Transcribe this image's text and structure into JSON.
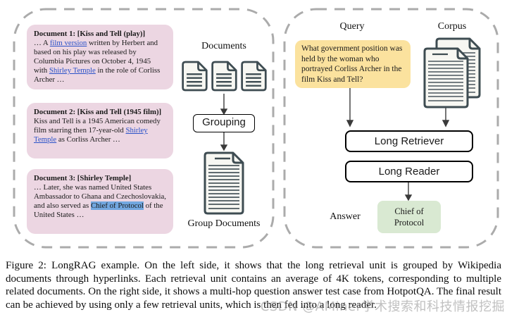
{
  "left_panel": {
    "documents_label": "Documents",
    "grouping_button": "Grouping",
    "group_documents_label": "Group Documents",
    "doc_cards": [
      {
        "title": "Document 1: [Kiss and Tell (play)]",
        "pre": "… A ",
        "link1": "film version",
        "mid": " written by Herbert and based on his play was released by Columbia Pictures on October 4, 1945 with ",
        "link2": "Shirley Temple",
        "post": " in the role of Corliss Archer …"
      },
      {
        "title": "Document 2: [Kiss and Tell (1945 film)]",
        "pre": "Kiss and Tell is a 1945 American comedy film starring then 17-year-old ",
        "link1": "Shirley Temple",
        "post": " as Corliss Archer …"
      },
      {
        "title": "Document 3: [Shirley Temple]",
        "pre": "… Later, she was named United States Ambassador to Ghana and Czechoslovakia, and also served as ",
        "highlight": "Chief of Protocol",
        "post": " of the United States …"
      }
    ]
  },
  "right_panel": {
    "query_label": "Query",
    "corpus_label": "Corpus",
    "query_text": "What government position was held by the woman who portrayed Corliss Archer in the film Kiss and Tell?",
    "retriever_button": "Long Retriever",
    "reader_button": "Long Reader",
    "answer_label": "Answer",
    "answer_text": "Chief of Protocol"
  },
  "caption": "Figure 2: LongRAG example. On the left side, it shows that the long retrieval unit is grouped by Wikipedia documents through hyperlinks. Each retrieval unit contains an average of 4K tokens, corresponding to multiple related documents. On the right side, it shows a multi-hop question answer test case from HotpotQA. The final result can be achieved by using only a few retrieval units, which is then fed into a long reader.",
  "watermark": "CSDN @AMiner学术搜索和科技情报挖掘",
  "colors": {
    "card_pink": "#ecd6e2",
    "query_yellow": "#fbe29e",
    "answer_green": "#d9e9d2",
    "highlight_blue": "#72a7e0",
    "link_blue": "#2a52c8",
    "dash_gray": "#ababab",
    "icon_stroke": "#3e4c52",
    "icon_fill": "#f7f7f2"
  }
}
